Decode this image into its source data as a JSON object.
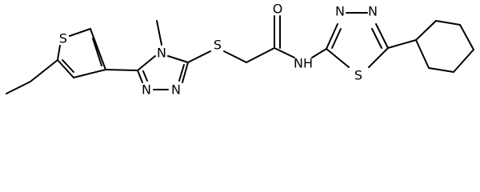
{
  "molecule": {
    "atoms": {
      "s_thiophene": "S",
      "n_methyl": "N",
      "n_triazole_a": "N",
      "n_triazole_b": "N",
      "s_thioether": "S",
      "o_carbonyl": "O",
      "nh_amide": "NH",
      "n_thiadiazole_a": "N",
      "n_thiadiazole_b": "N",
      "s_thiadiazole": "S"
    }
  }
}
